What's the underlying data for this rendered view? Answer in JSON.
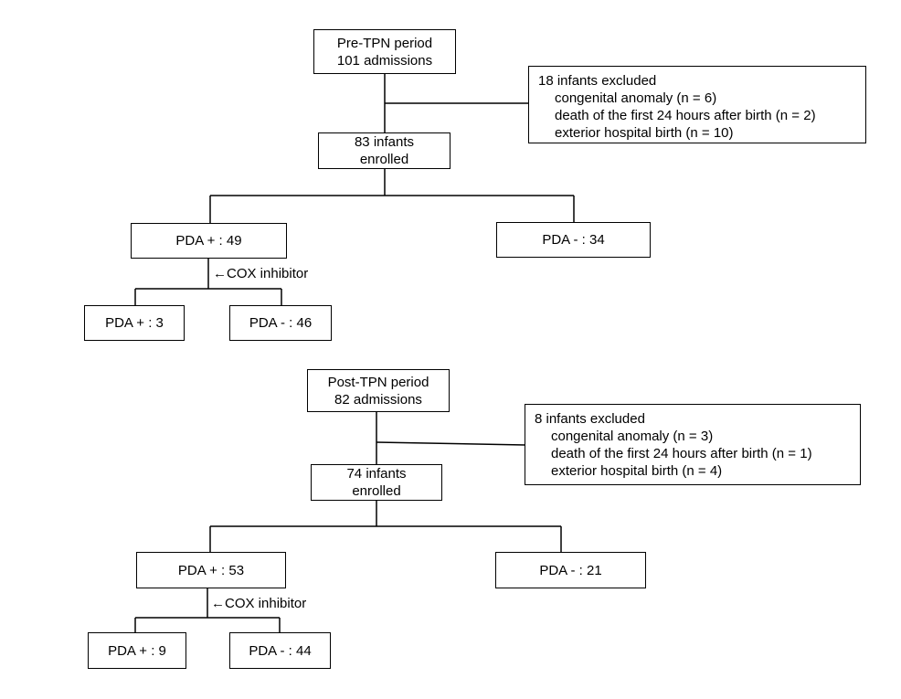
{
  "pre": {
    "period": "Pre-TPN period",
    "admissions": "101 admissions",
    "excluded": {
      "title": "18 infants excluded",
      "items": [
        "congenital anomaly (n = 6)",
        "death of the first 24 hours after birth (n = 2)",
        "exterior hospital birth (n = 10)"
      ]
    },
    "enrolled": [
      "83 infants",
      "enrolled"
    ],
    "pda_pos": "PDA + : 49",
    "pda_neg": "PDA - : 34",
    "cox": "←COX inhibitor",
    "after_pos": "PDA + : 3",
    "after_neg": "PDA - : 46"
  },
  "post": {
    "period": "Post-TPN period",
    "admissions": "82 admissions",
    "excluded": {
      "title": "8 infants excluded",
      "items": [
        "congenital anomaly (n = 3)",
        "death of the first 24 hours after birth (n = 1)",
        "exterior hospital birth (n = 4)"
      ]
    },
    "enrolled": [
      "74 infants",
      "enrolled"
    ],
    "pda_pos": "PDA + : 53",
    "pda_neg": "PDA - : 21",
    "cox": "←COX inhibitor",
    "after_pos": "PDA + : 9",
    "after_neg": "PDA - : 44"
  }
}
